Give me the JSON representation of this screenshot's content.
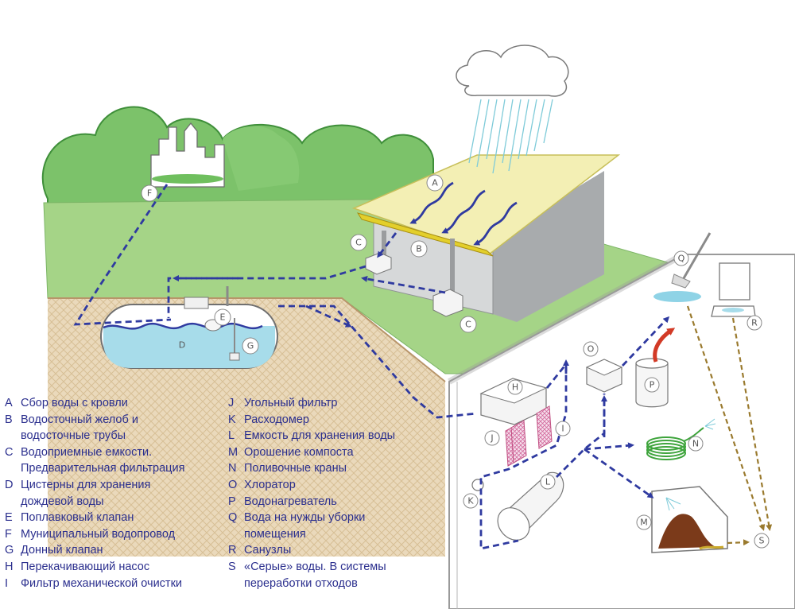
{
  "diagram": {
    "labels": {
      "A": "A",
      "B": "B",
      "C": "C",
      "D": "D",
      "E": "E",
      "F": "F",
      "G": "G",
      "H": "H",
      "I": "I",
      "J": "J",
      "K": "K",
      "L": "L",
      "M": "M",
      "N": "N",
      "O": "O",
      "P": "P",
      "Q": "Q",
      "R": "R",
      "S": "S"
    },
    "colors": {
      "flow": "#2f3aa0",
      "grey_water": "#9a7a2e",
      "grass": "#9ccc7e",
      "trees": "#7cc26a",
      "soil": "#e6d3b3",
      "water": "#a7dcea",
      "roof": "#f3efb4",
      "building": "#c9cbcc",
      "hot_water": "#d23a26"
    }
  },
  "legend": {
    "left": [
      {
        "key": "A",
        "lines": [
          "Сбор воды с кровли"
        ]
      },
      {
        "key": "B",
        "lines": [
          "Водосточный желоб и",
          "водосточные трубы"
        ]
      },
      {
        "key": "C",
        "lines": [
          "Водоприемные емкости.",
          "Предварительная фильтрация"
        ]
      },
      {
        "key": "D",
        "lines": [
          "Цистерны для хранения",
          "дождевой воды"
        ]
      },
      {
        "key": "E",
        "lines": [
          "Поплавковый клапан"
        ]
      },
      {
        "key": "F",
        "lines": [
          "Муниципальный водопровод"
        ]
      },
      {
        "key": "G",
        "lines": [
          "Донный клапан"
        ]
      },
      {
        "key": "H",
        "lines": [
          "Перекачивающий насос"
        ]
      },
      {
        "key": "I",
        "lines": [
          "Фильтр механической очистки"
        ]
      }
    ],
    "right": [
      {
        "key": "J",
        "lines": [
          "Угольный фильтр"
        ]
      },
      {
        "key": "K",
        "lines": [
          "Расходомер"
        ]
      },
      {
        "key": "L",
        "lines": [
          "Емкость для хранения воды"
        ]
      },
      {
        "key": "M",
        "lines": [
          "Орошение компоста"
        ]
      },
      {
        "key": "N",
        "lines": [
          "Поливочные краны"
        ]
      },
      {
        "key": "O",
        "lines": [
          "Хлоратор"
        ]
      },
      {
        "key": "P",
        "lines": [
          "Водонагреватель"
        ]
      },
      {
        "key": "Q",
        "lines": [
          "Вода на нужды уборки",
          "помещения"
        ]
      },
      {
        "key": "R",
        "lines": [
          "Санузлы"
        ]
      },
      {
        "key": "S",
        "lines": [
          "«Серые» воды. В системы",
          "переработки отходов"
        ]
      }
    ]
  }
}
